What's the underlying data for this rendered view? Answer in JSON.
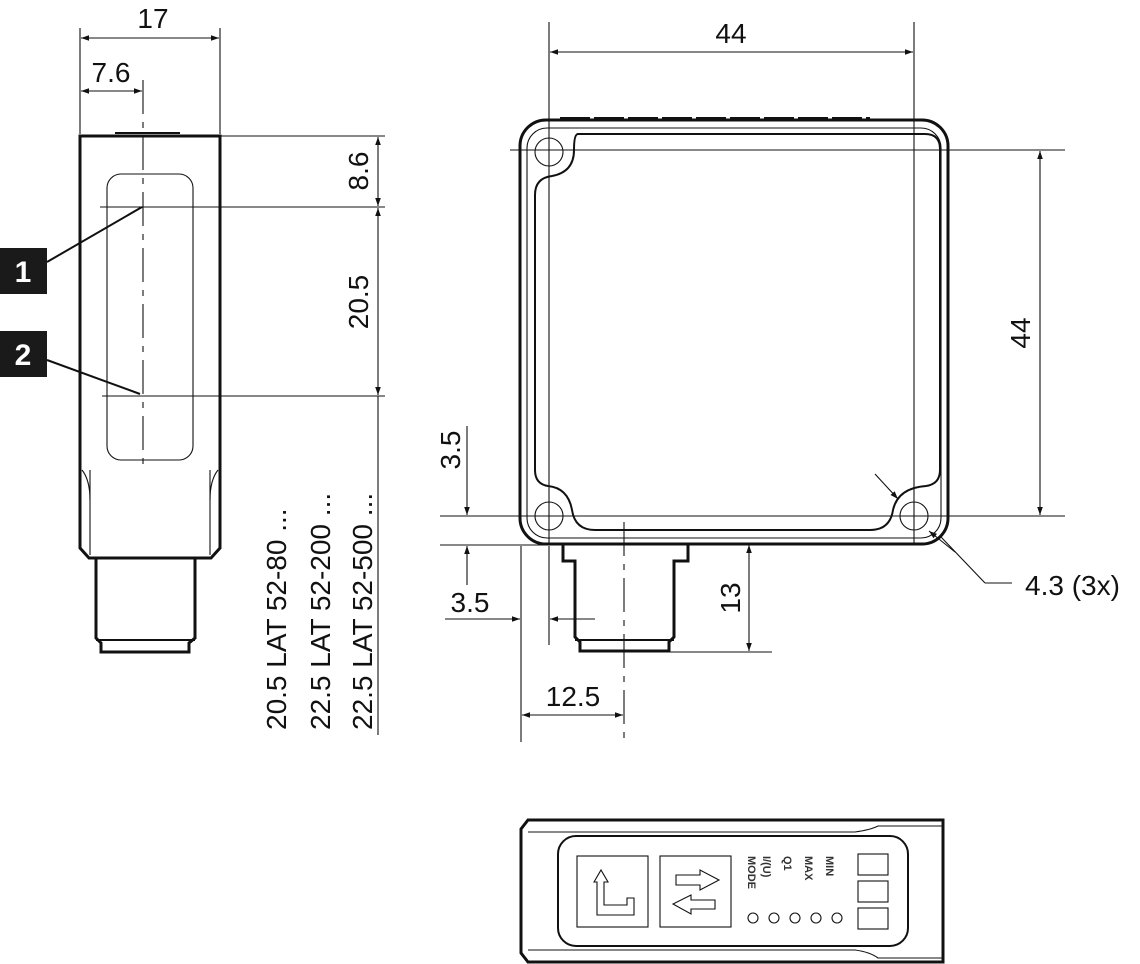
{
  "drawing": {
    "title": "Sensor housing dimension drawing",
    "units": "mm",
    "side_view": {
      "dim_width": "17",
      "dim_optical_axis_offset": "7.6",
      "dim_top_to_axis1": "8.6",
      "dim_axis1_to_axis2": "20.5",
      "callouts": [
        {
          "number": "1"
        },
        {
          "number": "2"
        }
      ],
      "variant_lines": [
        "20.5 LAT 52-80 ...",
        "22.5 LAT 52-200 ...",
        "22.5 LAT 52-500 ..."
      ]
    },
    "front_view": {
      "dim_hole_spacing_horizontal": "44",
      "dim_hole_spacing_vertical": "44",
      "dim_hole_to_bottom": "3.5",
      "dim_hole_to_side": "3.5",
      "dim_connector_height": "13",
      "dim_connector_offset": "12.5",
      "dim_hole_diameter": "4.3 (3x)"
    },
    "top_view": {
      "indicator_labels": [
        "MIN",
        "MAX",
        "Q1",
        "I/(U)",
        "MODE"
      ],
      "button_icons": [
        "teach-in-icon",
        "switch-direction-icon"
      ]
    }
  }
}
